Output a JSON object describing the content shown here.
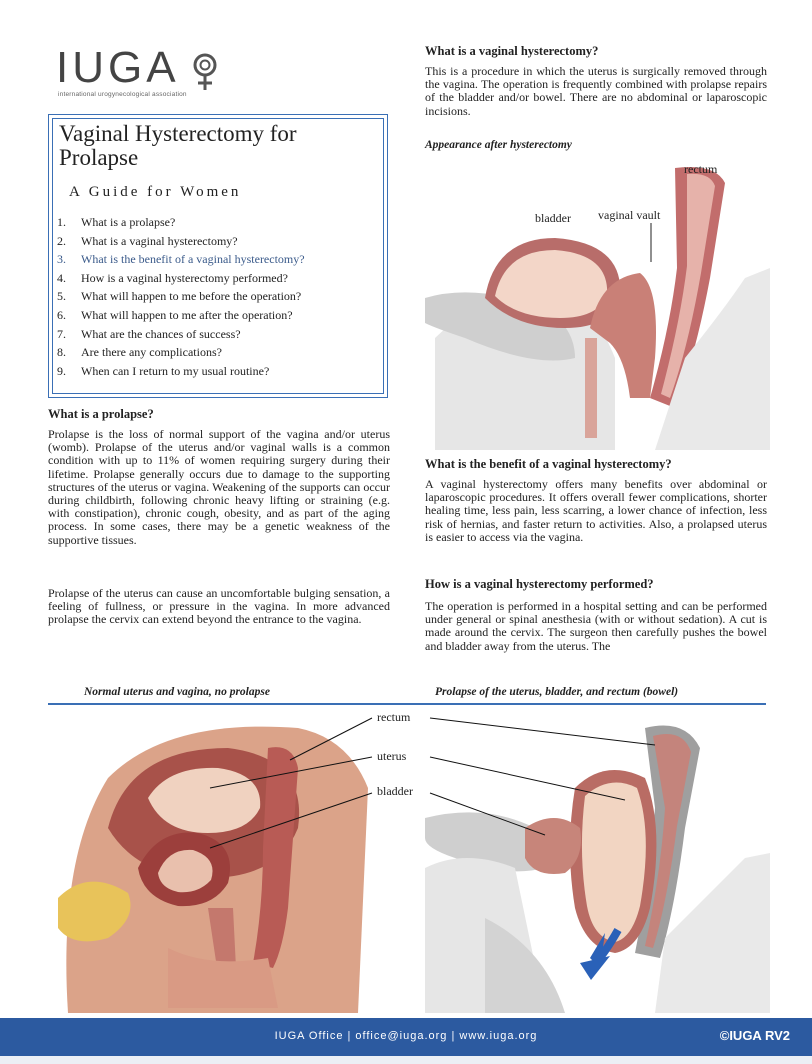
{
  "logo": {
    "text": "IUGA",
    "subtitle": "international urogynecological association"
  },
  "title_box": {
    "title": "Vaginal Hysterectomy for Prolapse",
    "subtitle": "A Guide for Women",
    "toc": [
      {
        "num": "1.",
        "text": "What is a prolapse?"
      },
      {
        "num": "2.",
        "text": "What is a vaginal hysterectomy?"
      },
      {
        "num": "3.",
        "text": "What is the benefit of a vaginal hysterectomy?"
      },
      {
        "num": "4.",
        "text": "How is a vaginal hysterectomy performed?"
      },
      {
        "num": "5.",
        "text": "What will happen to me before the operation?"
      },
      {
        "num": "6.",
        "text": "What will happen to me after the operation?"
      },
      {
        "num": "7.",
        "text": "What are the chances of success?"
      },
      {
        "num": "8.",
        "text": "Are there any complications?"
      },
      {
        "num": "9.",
        "text": "When can I return to my usual routine?"
      }
    ]
  },
  "prolapse": {
    "heading": "What is a prolapse?",
    "para1": "Prolapse is the loss of normal support of the vagina and/or uterus (womb). Prolapse of the uterus and/or vaginal walls is a common condition with up to 11% of women requiring surgery during their lifetime. Prolapse generally occurs due to damage to the supporting structures of the uterus or vagina. Weakening of the supports can occur during childbirth, following chronic heavy lifting or straining (e.g. with constipation), chronic cough, obesity, and as part of the aging process. In some cases, there may be a genetic weakness of the supportive tissues.",
    "para2": "Prolapse of the uterus can cause an uncomfortable bulging sensation, a feeling of fullness, or pressure in the vagina. In more advanced prolapse the cervix can extend beyond the entrance to the vagina."
  },
  "vh": {
    "heading": "What is a vaginal hysterectomy?",
    "para": "This is a procedure in which the uterus is surgically removed through the vagina. The operation is frequently combined with prolapse repairs of the bladder and/or bowel. There are no abdominal or laparoscopic incisions."
  },
  "figure_top": {
    "caption": "Appearance after hysterectomy",
    "labels": {
      "rectum": "rectum",
      "bladder": "bladder",
      "vault": "vaginal vault"
    }
  },
  "benefit": {
    "heading": "What is the benefit of a vaginal hysterectomy?",
    "para": "A vaginal hysterectomy offers many benefits over abdominal or laparoscopic procedures. It offers overall fewer complications, shorter healing time, less pain, less scarring, a lower chance of infection, less risk of hernias, and faster return to activities. Also, a prolapsed uterus is easier to access via the vagina."
  },
  "how": {
    "heading": "How is a vaginal hysterectomy performed?",
    "para": "The operation is performed in a hospital setting and can be performed under general or spinal anesthesia (with or without sedation). A cut is made around the cervix. The surgeon then carefully pushes the bowel and bladder away from the uterus. The"
  },
  "figure_bottom": {
    "caption_left": "Normal uterus and vagina, no prolapse",
    "caption_right": "Prolapse of the uterus, bladder, and rectum (bowel)",
    "labels": {
      "rectum": "rectum",
      "uterus": "uterus",
      "bladder": "bladder"
    }
  },
  "footer": {
    "text": "IUGA Office | office@iuga.org | www.iuga.org",
    "right": "©IUGA  RV2"
  },
  "colors": {
    "accent": "#3a6fb5",
    "footer": "#2c5aa0"
  }
}
